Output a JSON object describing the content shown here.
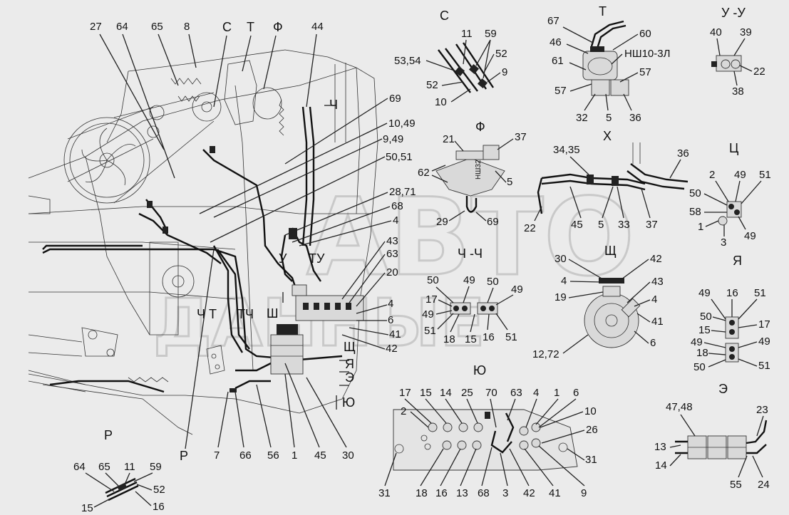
{
  "watermark": {
    "line1": "АВТО",
    "line2": "ДАННЫЕ"
  },
  "main_labels": {
    "n27": "27",
    "n64": "64",
    "n65": "65",
    "n8": "8",
    "sC": "С",
    "sT": "Т",
    "sF": "Ф",
    "n44": "44",
    "n69": "69",
    "n10_49": "10,49",
    "n9_49": "9,49",
    "n50_51": "50,51",
    "n28_71": "28,71",
    "n68": "68",
    "n4a": "4",
    "n43": "43",
    "n63": "63",
    "n20": "20",
    "n4b": "4",
    "n6": "6",
    "n41": "41",
    "n42": "42",
    "sCh": "Ч",
    "sChT": "Ч Т",
    "sTCh": "ТЧ",
    "sSh": "Ш",
    "sU": "У",
    "sTU": "ТУ",
    "sShch": "Щ",
    "sYa": "Я",
    "sE": "Э",
    "sYu": "Ю",
    "sR1": "Р",
    "sR2": "Р",
    "n7": "7",
    "n66": "66",
    "n56": "56",
    "n1": "1",
    "n45": "45",
    "n30": "30"
  },
  "view_C": {
    "title": "С",
    "labels": [
      "11",
      "59",
      "53,54",
      "52",
      "52",
      "9",
      "10"
    ]
  },
  "view_T": {
    "title": "Т",
    "labels": [
      "67",
      "60",
      "46",
      "НШ10-3Л",
      "61",
      "57",
      "57",
      "32",
      "5",
      "36"
    ]
  },
  "view_UU": {
    "title": "У -У",
    "labels": [
      "40",
      "39",
      "22",
      "38"
    ]
  },
  "view_F": {
    "title": "Ф",
    "labels": [
      "21",
      "37",
      "62",
      "5",
      "29",
      "69"
    ],
    "pump": "НШ32"
  },
  "view_X": {
    "title": "Х",
    "labels": [
      "34,35",
      "36",
      "22",
      "45",
      "5",
      "33",
      "37"
    ]
  },
  "view_Ts": {
    "title": "Ц",
    "labels": [
      "2",
      "49",
      "51",
      "50",
      "58",
      "1",
      "3",
      "49"
    ]
  },
  "view_ChCh": {
    "title": "Ч -Ч",
    "labels": [
      "50",
      "49",
      "50",
      "49",
      "17",
      "49",
      "51",
      "18",
      "15",
      "16",
      "51"
    ]
  },
  "view_Shch": {
    "title": "Щ",
    "labels": [
      "30",
      "42",
      "4",
      "43",
      "19",
      "4",
      "41",
      "6",
      "12,72"
    ]
  },
  "view_Ya": {
    "title": "Я",
    "labels": [
      "49",
      "16",
      "51",
      "50",
      "15",
      "17",
      "49",
      "49",
      "18",
      "50",
      "51"
    ]
  },
  "view_Yu": {
    "title": "Ю",
    "labels": [
      "17",
      "15",
      "14",
      "25",
      "70",
      "63",
      "4",
      "1",
      "6",
      "2",
      "10",
      "26",
      "31",
      "31",
      "18",
      "16",
      "13",
      "68",
      "3",
      "42",
      "41",
      "9"
    ]
  },
  "view_E": {
    "title": "Э",
    "labels": [
      "47,48",
      "23",
      "13",
      "14",
      "55",
      "24"
    ]
  },
  "view_P": {
    "title": "Р",
    "labels": [
      "64",
      "65",
      "11",
      "59",
      "52",
      "15",
      "16"
    ]
  }
}
